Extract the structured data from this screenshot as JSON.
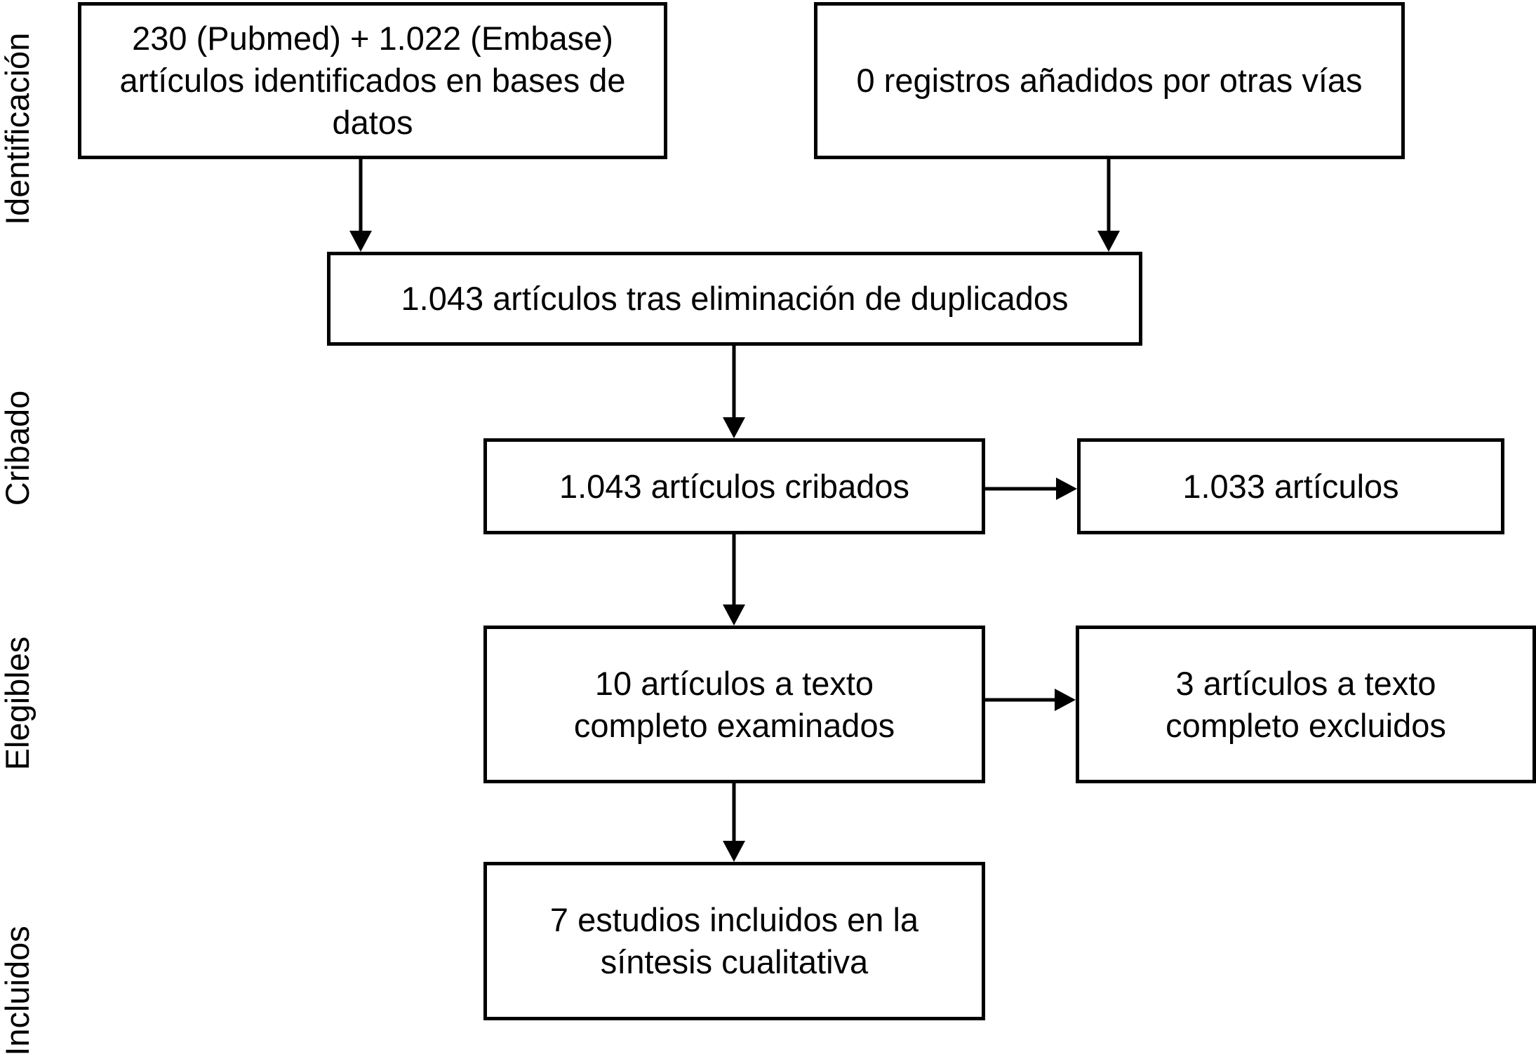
{
  "stages": {
    "identification": "Identificación",
    "screening": "Cribado",
    "eligibility": "Elegibles",
    "included": "Incluidos"
  },
  "boxes": {
    "identified": [
      "230 (Pubmed) + 1.022 (Embase)",
      "artículos identificados en bases de",
      "datos"
    ],
    "other_sources": [
      "0 registros añadidos por otras vías"
    ],
    "after_duplicates": [
      "1.043 artículos tras eliminación de duplicados"
    ],
    "screened": [
      "1.043 artículos cribados"
    ],
    "excluded_screening": [
      "1.033 artículos"
    ],
    "fulltext_assessed": [
      "10 artículos a texto",
      "completo examinados"
    ],
    "fulltext_excluded": [
      "3 artículos a texto",
      "completo excluidos"
    ],
    "included_studies": [
      "7 estudios incluidos en la",
      "síntesis cualitativa"
    ]
  },
  "colors": {
    "stroke": "#000000",
    "background": "#ffffff"
  }
}
